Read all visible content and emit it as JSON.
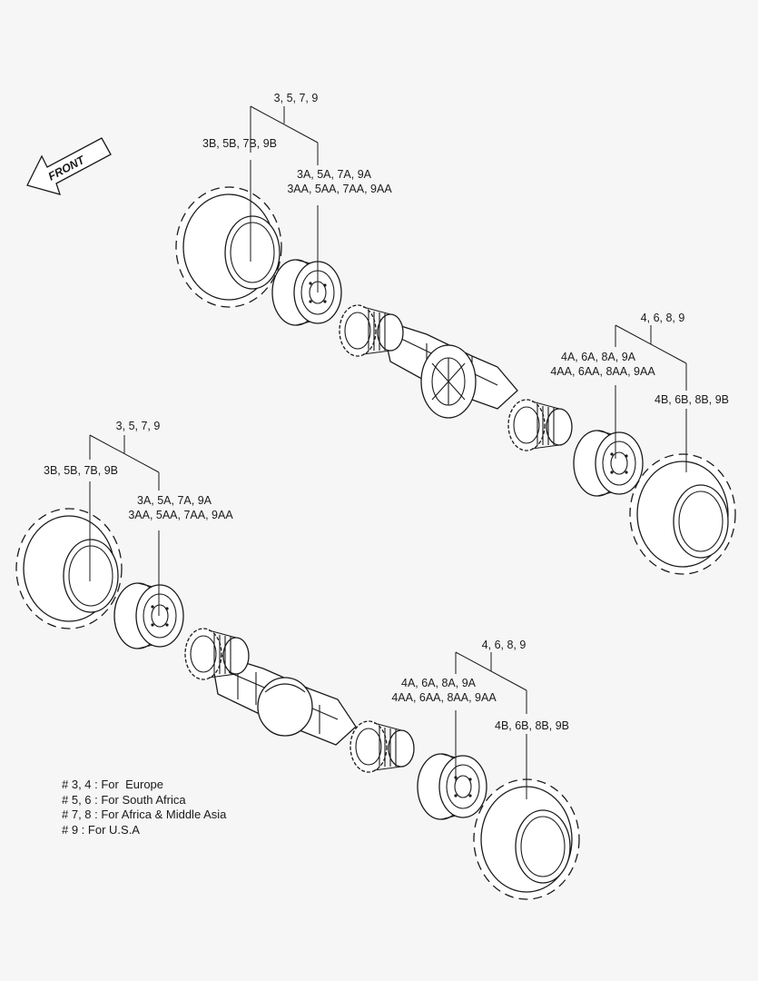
{
  "direction": {
    "label": "FRONT"
  },
  "upper_axle": {
    "group_left": {
      "title": "3, 5, 7, 9",
      "tire": "3B, 5B, 7B, 9B",
      "rim_line1": "3A, 5A, 7A, 9A",
      "rim_line2": "3AA, 5AA, 7AA, 9AA"
    },
    "group_right": {
      "title": "4, 6, 8, 9",
      "rim_line1": "4A, 6A, 8A, 9A",
      "rim_line2": "4AA, 6AA, 8AA, 9AA",
      "tire": "4B, 6B, 8B, 9B"
    }
  },
  "lower_axle": {
    "group_left": {
      "title": "3, 5, 7, 9",
      "tire": "3B, 5B, 7B, 9B",
      "rim_line1": "3A, 5A, 7A, 9A",
      "rim_line2": "3AA, 5AA, 7AA, 9AA"
    },
    "group_right": {
      "title": "4, 6, 8, 9",
      "rim_line1": "4A, 6A, 8A, 9A",
      "rim_line2": "4AA, 6AA, 8AA, 9AA",
      "tire": "4B, 6B, 8B, 9B"
    }
  },
  "legend": [
    "# 3, 4 : For  Europe",
    "# 5, 6 : For South Africa",
    "# 7, 8 : For Africa & Middle Asia",
    "# 9 : For U.S.A"
  ]
}
